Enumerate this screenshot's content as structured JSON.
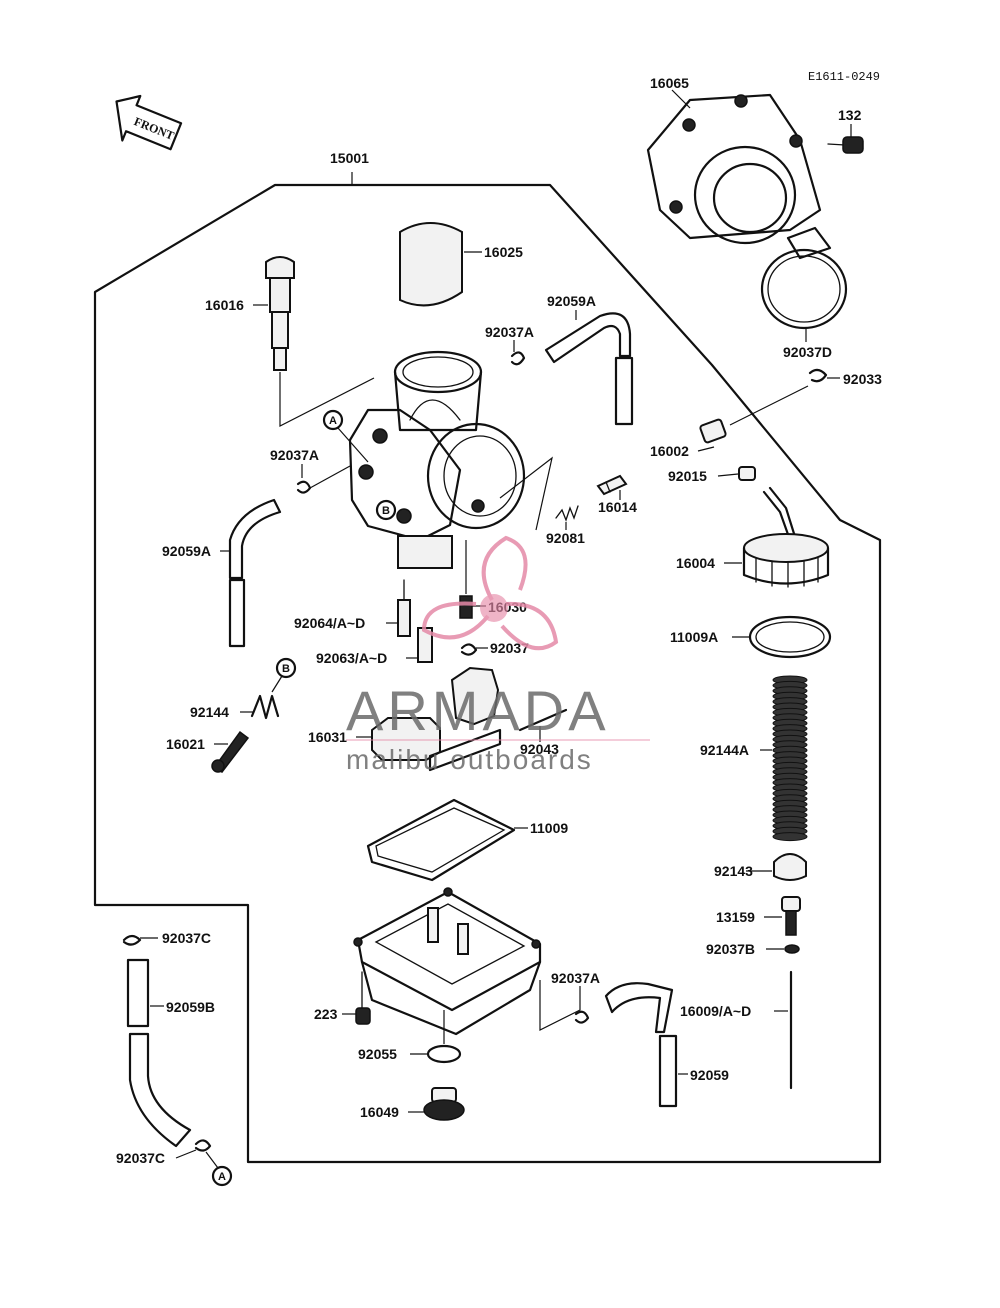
{
  "diagram": {
    "code": "E1611-0249",
    "front_label": "FRONT",
    "main_assembly": "15001",
    "ref_a": "A",
    "ref_b": "B"
  },
  "labels": {
    "p16065": "16065",
    "p132": "132",
    "p92037D": "92037D",
    "p92033": "92033",
    "p16002": "16002",
    "p92015": "92015",
    "p16004": "16004",
    "p11009A": "11009A",
    "p92144A": "92144A",
    "p92143": "92143",
    "p13159": "13159",
    "p92037B": "92037B",
    "p16009": "16009/A~D",
    "p92059": "92059",
    "p92037A_r": "92037A",
    "p16025": "16025",
    "p92059A_t": "92059A",
    "p92037A_t": "92037A",
    "p16016": "16016",
    "p92037A_l": "92037A",
    "p92059A_l": "92059A",
    "p16014": "16014",
    "p92081": "92081",
    "p16030": "16030",
    "p92064": "92064/A~D",
    "p92063": "92063/A~D",
    "p92037": "92037",
    "p92144": "92144",
    "p16021": "16021",
    "p16031": "16031",
    "p92043": "92043",
    "p11009": "11009",
    "p223": "223",
    "p92055": "92055",
    "p16049": "16049",
    "p92037C_t": "92037C",
    "p92059B": "92059B",
    "p92037C_b": "92037C"
  },
  "watermark": {
    "brand": "ARMADA",
    "tagline": "malibu outboards",
    "logo_color": "#e58aa8"
  }
}
